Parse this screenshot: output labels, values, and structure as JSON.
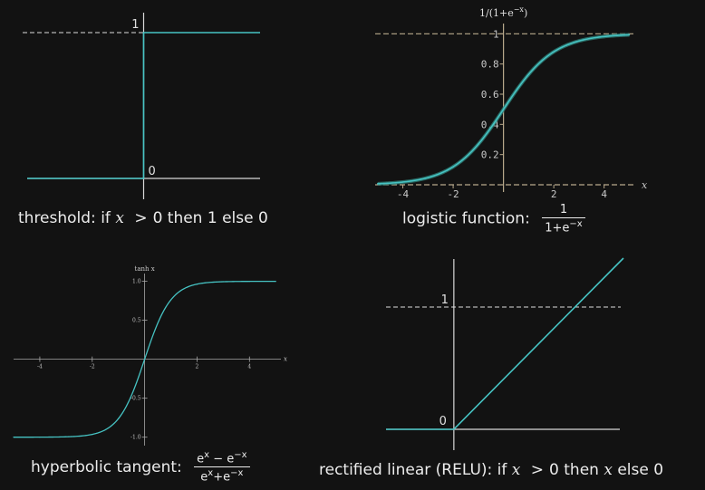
{
  "colors": {
    "background": "#121212",
    "curve": "#46c3c3",
    "axis": "#d8d8d8",
    "axis_dim": "#a7a7a7",
    "logistic_grid": "#b8a98c"
  },
  "chart_data": [
    {
      "type": "line",
      "xlim": [
        -1,
        1
      ],
      "ylim": [
        0,
        1
      ],
      "tick_labels": {
        "y_top": "1",
        "y_bottom": "0"
      },
      "series": [
        {
          "x": [
            -1,
            0,
            0,
            1
          ],
          "y": [
            0,
            0,
            1,
            1
          ]
        }
      ],
      "reference_lines": [
        {
          "y": 1,
          "style": "dashed"
        }
      ],
      "caption": {
        "text": "threshold: if ",
        "var": "x",
        "op": ">",
        "rest": "0 then 1 else 0"
      }
    },
    {
      "type": "line",
      "title": "1/(1+e",
      "title_sup": "−x",
      "title_end": ")",
      "xlabel": "x",
      "xlim": [
        -5.1,
        5.2
      ],
      "ylim": [
        0,
        1.05
      ],
      "x_tick_labels": [
        "-4",
        "-2",
        "2",
        "4"
      ],
      "x_ticks": [
        -4,
        -2,
        2,
        4
      ],
      "y_tick_labels": [
        "0.2",
        "0.4",
        "0.6",
        "0.8",
        "1"
      ],
      "y_ticks": [
        0.2,
        0.4,
        0.6,
        0.8,
        1.0
      ],
      "series": [
        {
          "function": "logistic",
          "x": [
            -5,
            -4,
            -3,
            -2,
            -1,
            0,
            1,
            2,
            3,
            4,
            5
          ],
          "y": [
            0.007,
            0.018,
            0.047,
            0.119,
            0.269,
            0.5,
            0.731,
            0.881,
            0.953,
            0.982,
            0.993
          ]
        }
      ],
      "reference_lines": [
        {
          "y": 1,
          "style": "dashed"
        },
        {
          "y": 0,
          "style": "dashed"
        }
      ],
      "caption": {
        "text": "logistic function:",
        "frac_num": "1",
        "frac_den": "1+e",
        "frac_den_sup": "−x"
      }
    },
    {
      "type": "line",
      "title": "tanh x",
      "xlabel": "x",
      "xlim": [
        -5,
        5.2
      ],
      "ylim": [
        -1.05,
        1.1
      ],
      "x_tick_labels": [
        "-4",
        "-2",
        "2",
        "4"
      ],
      "x_ticks": [
        -4,
        -2,
        2,
        4
      ],
      "y_tick_labels": [
        "1.0",
        "0.5",
        "-0.5",
        "-1.0"
      ],
      "y_ticks": [
        1.0,
        0.5,
        -0.5,
        -1.0
      ],
      "series": [
        {
          "function": "tanh",
          "x": [
            -5,
            -4,
            -3,
            -2,
            -1,
            0,
            1,
            2,
            3,
            4,
            5
          ],
          "y": [
            -1.0,
            -0.999,
            -0.995,
            -0.964,
            -0.762,
            0,
            0.762,
            0.964,
            0.995,
            0.999,
            1.0
          ]
        }
      ],
      "caption": {
        "text": "hyperbolic tangent:",
        "num_a": "e",
        "num_a_sup": "x",
        "num_op": " − e",
        "num_b_sup": "−x",
        "den_a": "e",
        "den_a_sup": "x",
        "den_op": "+e",
        "den_b_sup": "−x"
      }
    },
    {
      "type": "line",
      "xlim": [
        -1,
        2.5
      ],
      "ylim": [
        0,
        1.4
      ],
      "tick_labels": {
        "y_top": "1",
        "y_bottom": "0"
      },
      "series": [
        {
          "x": [
            -1,
            0,
            2.5
          ],
          "y": [
            0,
            0,
            1.4
          ]
        }
      ],
      "reference_lines": [
        {
          "y": 1,
          "style": "dashed"
        }
      ],
      "caption": {
        "text": "rectified linear (RELU): if ",
        "var": "x",
        "op": ">",
        "rest1": "0 then ",
        "var2": "x",
        "rest2": " else 0"
      }
    }
  ]
}
